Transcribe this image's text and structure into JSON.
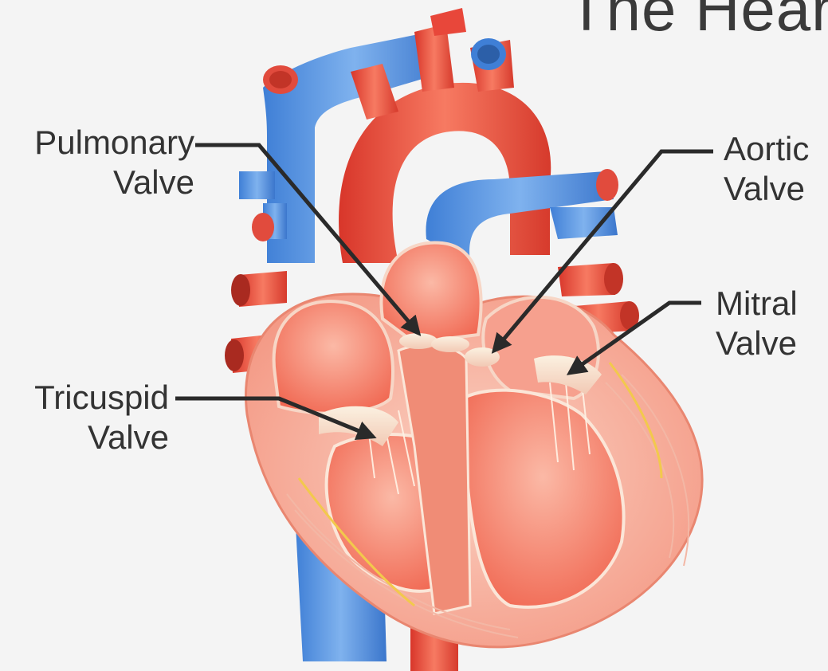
{
  "title": "The Hear",
  "labels": {
    "pulmonary": {
      "line1": "Pulmonary",
      "line2": "Valve"
    },
    "aortic": {
      "line1": "Aortic",
      "line2": "Valve"
    },
    "mitral": {
      "line1": "Mitral",
      "line2": "Valve"
    },
    "tricuspid": {
      "line1": "Tricuspid",
      "line2": "Valve"
    }
  },
  "colors": {
    "background": "#f4f4f4",
    "artery_red": "#e8473a",
    "vein_blue": "#4a8fdc",
    "muscle_pink": "#f6a08e",
    "valve_cream": "#f3e6cf",
    "label_text": "#333333",
    "pointer_line": "#2a2a2a"
  }
}
